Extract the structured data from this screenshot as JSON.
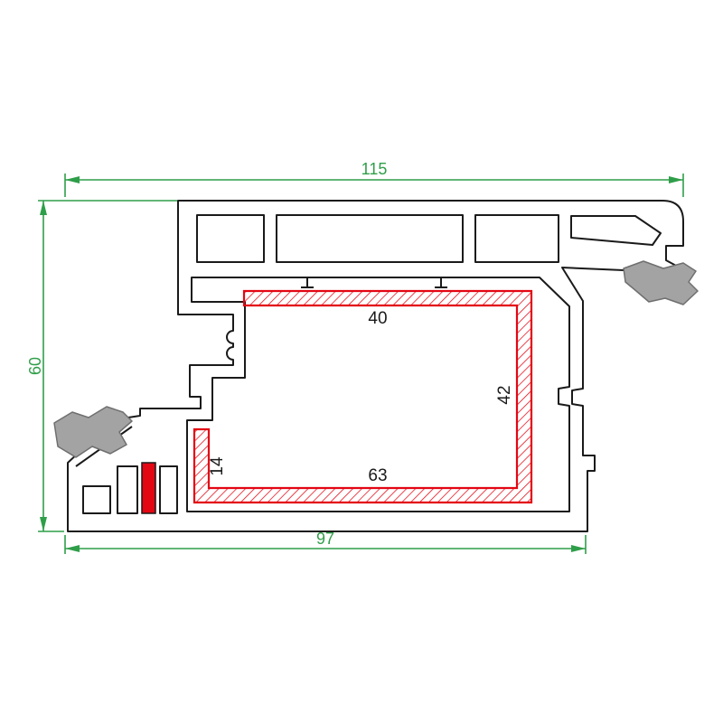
{
  "dimensions": {
    "width_top": {
      "value": "115"
    },
    "height_left": {
      "value": "60"
    },
    "width_bottom": {
      "value": "97"
    },
    "reinf_top": {
      "value": "40"
    },
    "reinf_right": {
      "value": "42"
    },
    "reinf_bottom": {
      "value": "63"
    },
    "reinf_left": {
      "value": "14"
    }
  },
  "colors": {
    "dimension_line": "#2f9e49",
    "reinforcement": "#e30613",
    "outline": "#1a1a1a",
    "gasket_fill": "#a3a3a3",
    "gasket_stroke": "#6f6f6f",
    "insert_fill": "#e30613",
    "label_text": "#1a1a1a"
  }
}
